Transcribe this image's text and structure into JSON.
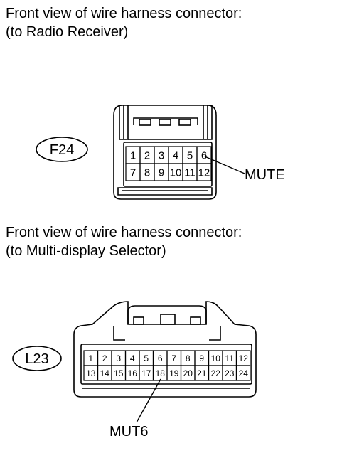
{
  "sections": [
    {
      "caption_line1": "Front view of wire harness connector:",
      "caption_line2": "(to Radio Receiver)",
      "connector_id": "F24",
      "pins_row1": [
        "1",
        "2",
        "3",
        "4",
        "5",
        "6"
      ],
      "pins_row2": [
        "7",
        "8",
        "9",
        "10",
        "11",
        "12"
      ],
      "callout": {
        "label": "MUTE",
        "pin": "6"
      }
    },
    {
      "caption_line1": "Front view of wire harness connector:",
      "caption_line2": "(to Multi-display Selector)",
      "connector_id": "L23",
      "pins_row1": [
        "1",
        "2",
        "3",
        "4",
        "5",
        "6",
        "7",
        "8",
        "9",
        "10",
        "11",
        "12"
      ],
      "pins_row2": [
        "13",
        "14",
        "15",
        "16",
        "17",
        "18",
        "19",
        "20",
        "21",
        "22",
        "23",
        "24"
      ],
      "callout": {
        "label": "MUT6",
        "pin": "18"
      }
    }
  ]
}
